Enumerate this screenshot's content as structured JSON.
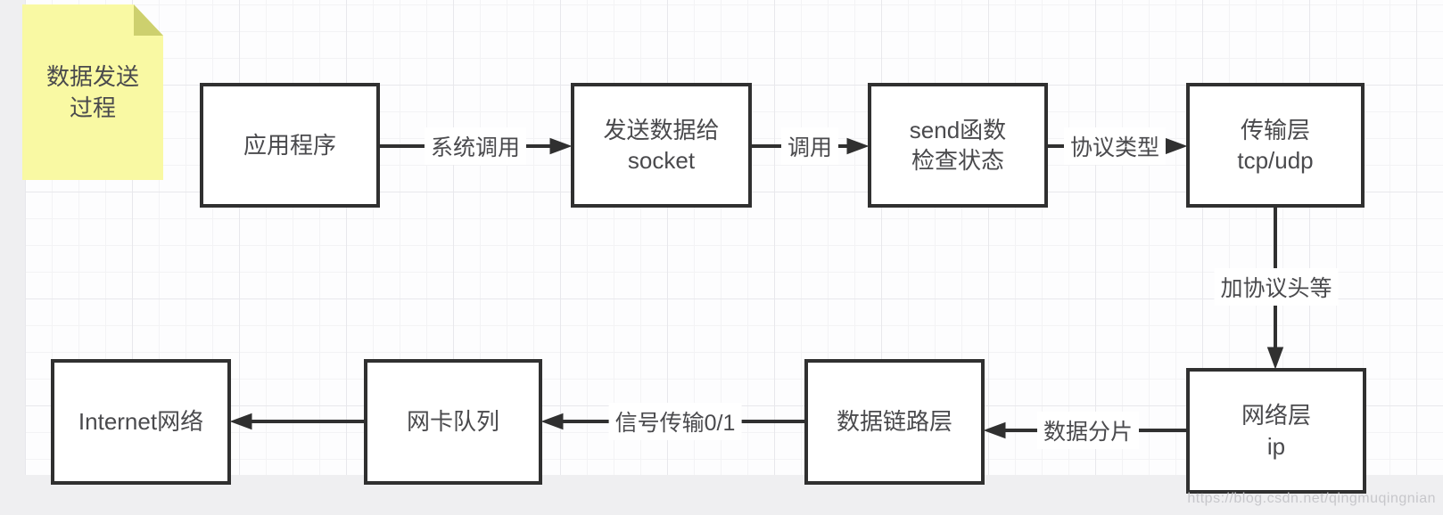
{
  "sticky_note": {
    "label": "数据发送\n过程"
  },
  "nodes": [
    {
      "id": "application",
      "label": "应用程序"
    },
    {
      "id": "send-data-to-socket",
      "label": "发送数据给\nsocket"
    },
    {
      "id": "send-function-check",
      "label": "send函数\n检查状态"
    },
    {
      "id": "transport-layer",
      "label": "传输层\ntcp/udp"
    },
    {
      "id": "network-layer",
      "label": "网络层\nip"
    },
    {
      "id": "data-link-layer",
      "label": "数据链路层"
    },
    {
      "id": "nic-queue",
      "label": "网卡队列"
    },
    {
      "id": "internet",
      "label": "Internet网络"
    }
  ],
  "edges": [
    {
      "from": "application",
      "to": "send-data-to-socket",
      "label": "系统调用"
    },
    {
      "from": "send-data-to-socket",
      "to": "send-function-check",
      "label": "调用"
    },
    {
      "from": "send-function-check",
      "to": "transport-layer",
      "label": "协议类型"
    },
    {
      "from": "transport-layer",
      "to": "network-layer",
      "label": "加协议头等"
    },
    {
      "from": "network-layer",
      "to": "data-link-layer",
      "label": "数据分片"
    },
    {
      "from": "data-link-layer",
      "to": "nic-queue",
      "label": "信号传输0/1"
    },
    {
      "from": "nic-queue",
      "to": "internet",
      "label": ""
    }
  ],
  "watermark": "https://blog.csdn.net/qingmuqingnian",
  "colors": {
    "outer_bg": "#efeff1",
    "canvas_bg": "#fdfdfe",
    "grid_minor": "#f3f3f5",
    "grid_major": "#e8e8ec",
    "stroke": "#303030",
    "node_bg": "#ffffff",
    "text": "#4a4a4d",
    "note_bg": "#f9f9a3",
    "note_fold": "#cdd06e",
    "watermark_text": "#c7c7cb"
  }
}
